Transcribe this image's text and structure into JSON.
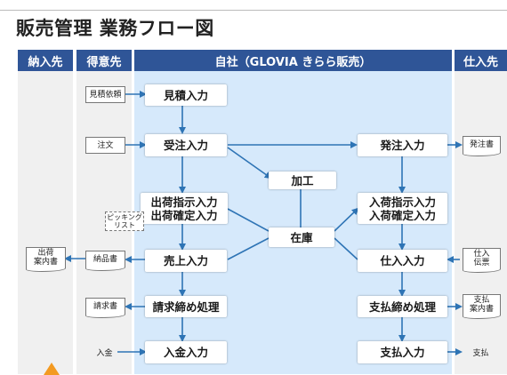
{
  "title": "販売管理 業務フロー図",
  "lanes": {
    "delivery": "納入先",
    "customer": "得意先",
    "company": "自社（GLOVIA きらら販売）",
    "supplier": "仕入先"
  },
  "process": {
    "estimate": "見積入力",
    "order_receive": "受注入力",
    "ship": "出荷指示入力\n出荷確定入力",
    "sales": "売上入力",
    "billing": "請求締め処理",
    "payment_in": "入金入力",
    "process_work": "加工",
    "stock": "在庫",
    "purchase_order": "発注入力",
    "receive": "入荷指示入力\n入荷確定入力",
    "purchase": "仕入入力",
    "pay_close": "支払締め処理",
    "pay": "支払入力"
  },
  "docs": {
    "estimate_req": "見積依頼",
    "order": "注文",
    "picking": "ピッキング\nリスト",
    "delivery_note": "納品書",
    "shipping_note": "出荷\n案内書",
    "invoice": "請求書",
    "deposit": "入金",
    "po_sheet": "発注書",
    "purchase_slip": "仕入\n伝票",
    "payment_notice": "支払\n案内書",
    "payment": "支払"
  },
  "colors": {
    "header": "#2f5597",
    "lane_company": "#d6e9fb",
    "lane_other": "#f0f0f0",
    "arrow": "#2e74b5",
    "accent": "#f39a21"
  }
}
